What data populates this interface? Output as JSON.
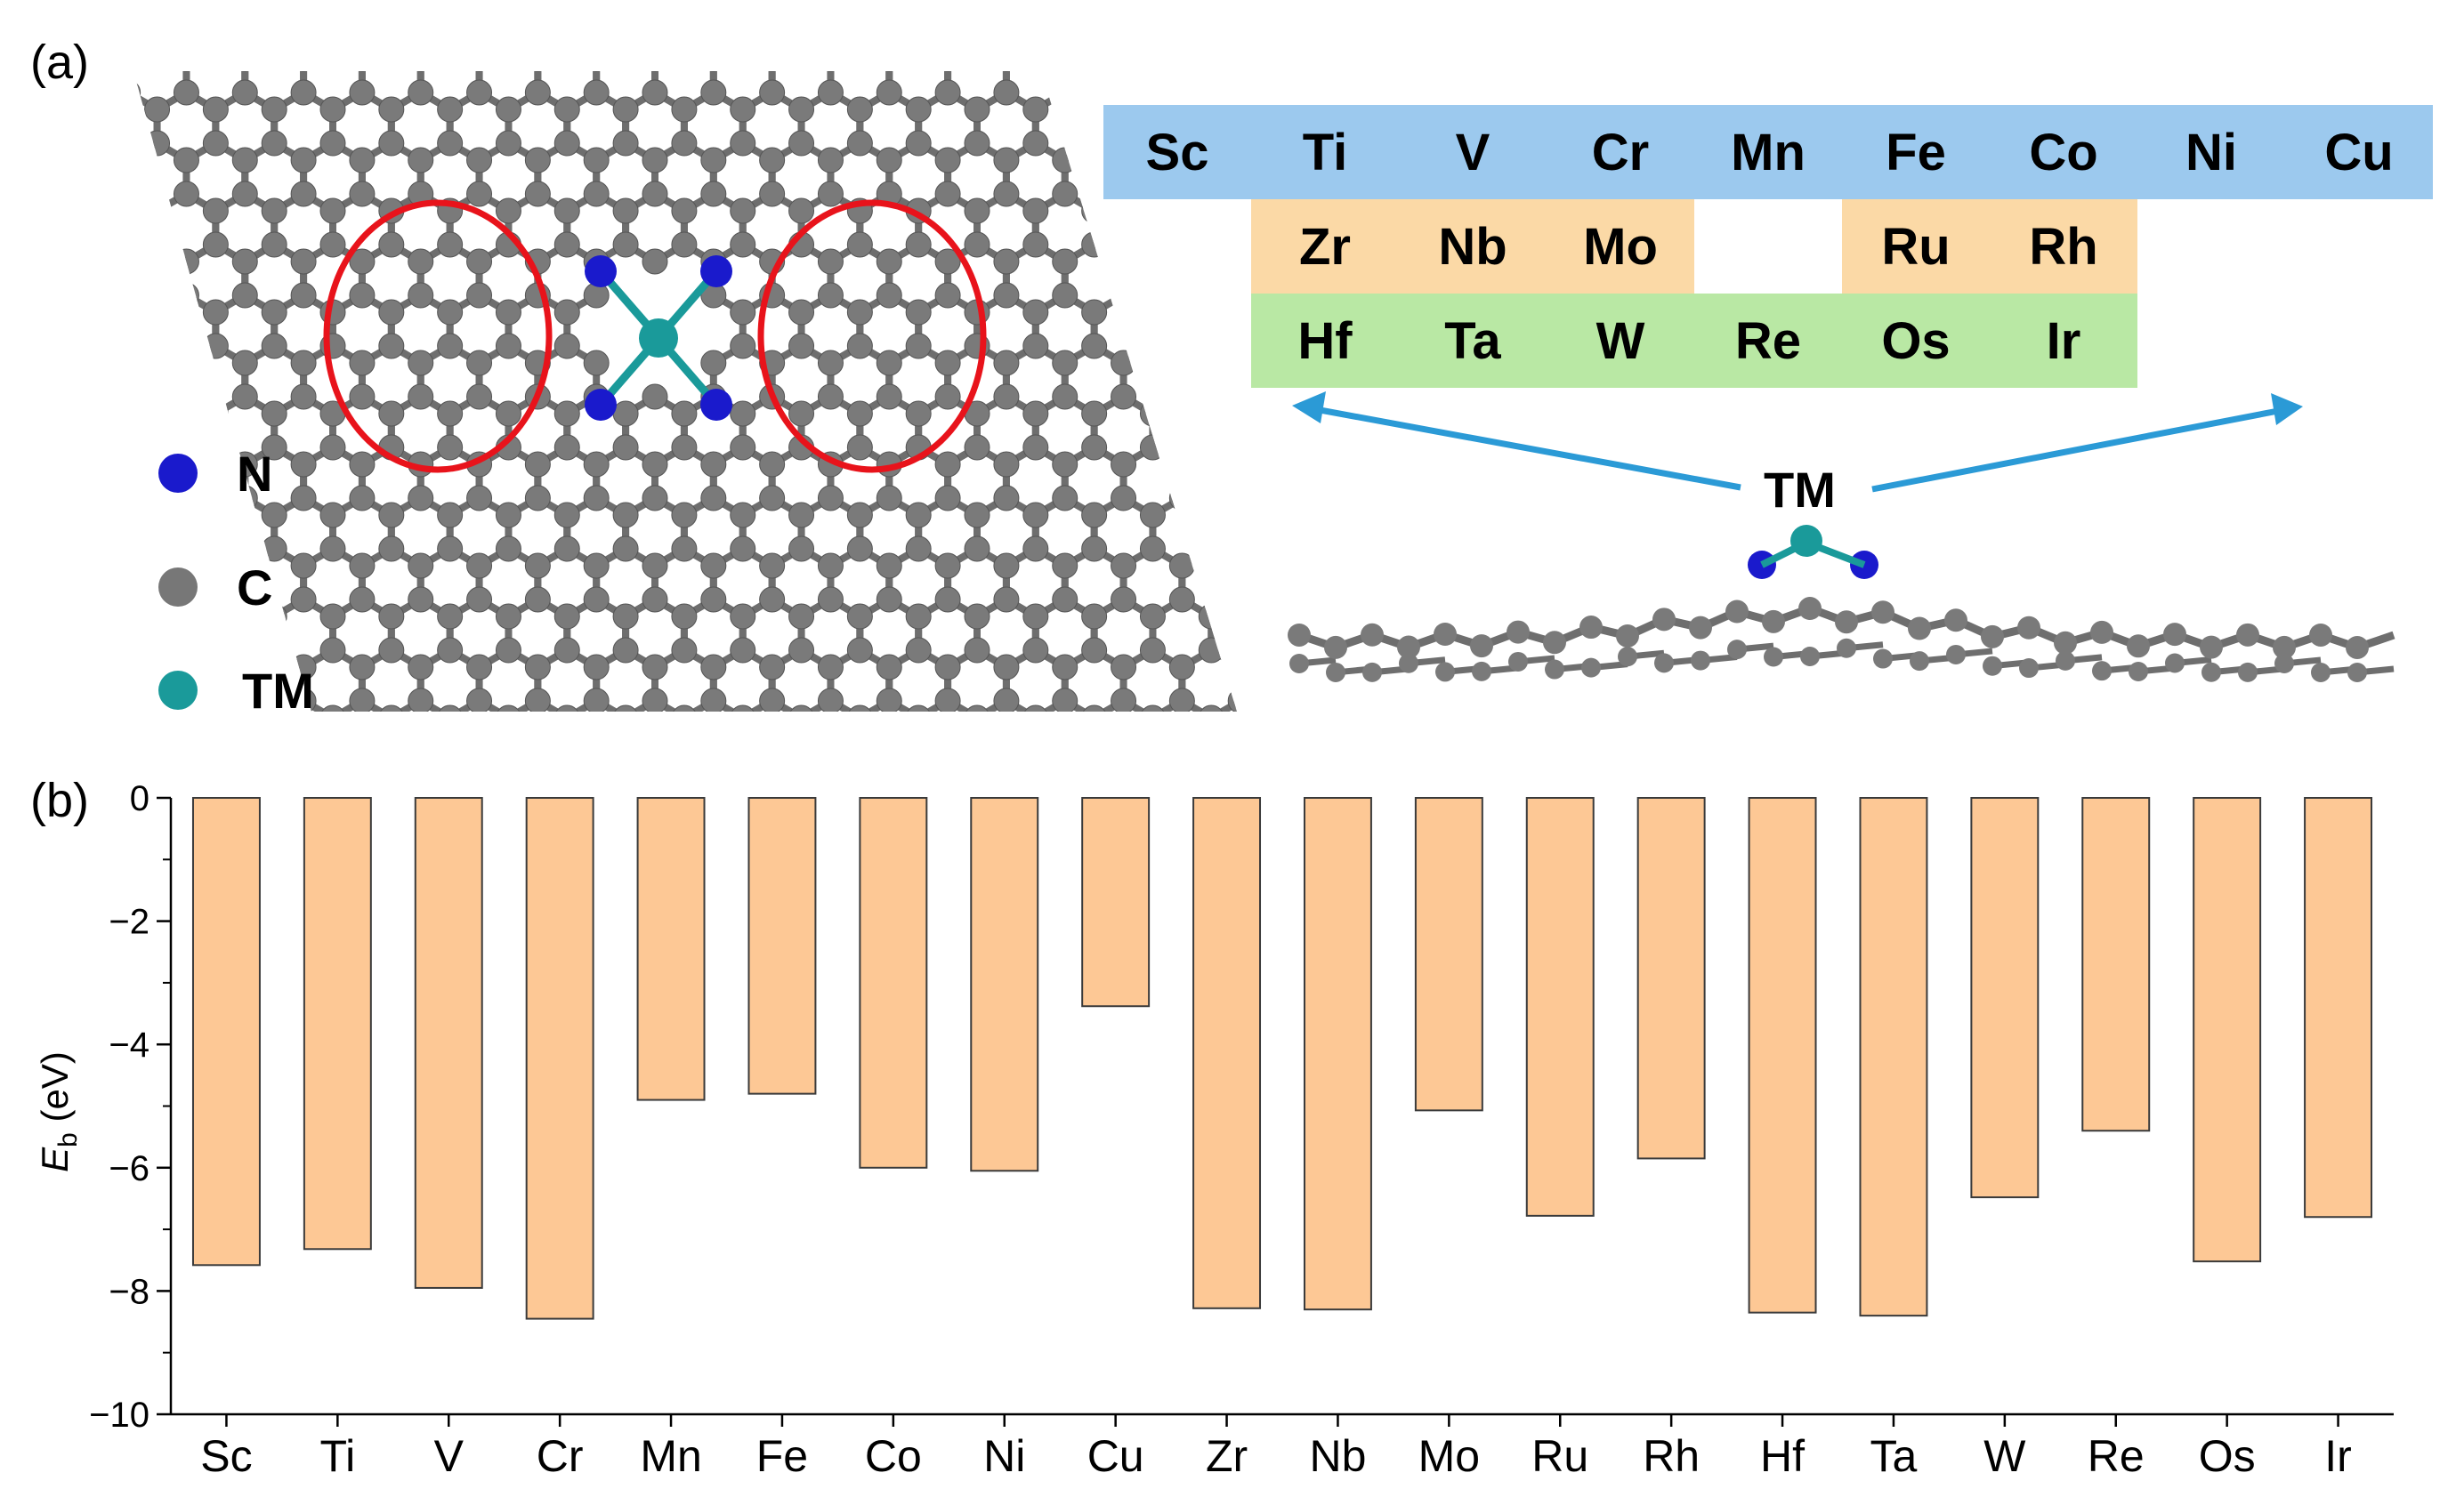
{
  "panel_a": {
    "label": "(a)",
    "legend": [
      {
        "label": "N",
        "color": "#1a1acc"
      },
      {
        "label": "C",
        "color": "#777777"
      },
      {
        "label": "TM",
        "color": "#1a9a9a"
      }
    ],
    "tm_label": "TM",
    "periodic_table": {
      "row1": [
        "Sc",
        "Ti",
        "V",
        "Cr",
        "Mn",
        "Fe",
        "Co",
        "Ni",
        "Cu"
      ],
      "row2": [
        "Zr",
        "Nb",
        "Mo",
        "",
        "Ru",
        "Rh"
      ],
      "row3": [
        "Hf",
        "Ta",
        "W",
        "Re",
        "Os",
        "Ir"
      ],
      "colors": {
        "row1": "#9cc9ee",
        "row2": "#fbd9a6",
        "row3": "#b9e8a4"
      }
    },
    "arrow_color": "#2b9ad6",
    "highlight_color": "#e8131b"
  },
  "panel_b": {
    "label": "(b)"
  },
  "chart_data": {
    "type": "bar",
    "categories": [
      "Sc",
      "Ti",
      "V",
      "Cr",
      "Mn",
      "Fe",
      "Co",
      "Ni",
      "Cu",
      "Zr",
      "Nb",
      "Mo",
      "Ru",
      "Rh",
      "Hf",
      "Ta",
      "W",
      "Re",
      "Os",
      "Ir"
    ],
    "values": [
      -7.58,
      -7.32,
      -7.95,
      -8.45,
      -4.9,
      -4.8,
      -6.0,
      -6.05,
      -3.38,
      -8.28,
      -8.3,
      -5.07,
      -6.78,
      -5.85,
      -8.35,
      -8.4,
      -6.48,
      -5.4,
      -7.52,
      -6.8
    ],
    "ylabel_main": "E",
    "ylabel_sub": "b",
    "ylabel_unit": " (eV)",
    "ylim": [
      -10,
      0
    ],
    "yticks": [
      0,
      -2,
      -4,
      -6,
      -8,
      -10
    ],
    "ytick_labels": [
      "0",
      "−2",
      "−4",
      "−6",
      "−8",
      "−10"
    ],
    "bar_color": "#fdc895",
    "grid": false
  }
}
